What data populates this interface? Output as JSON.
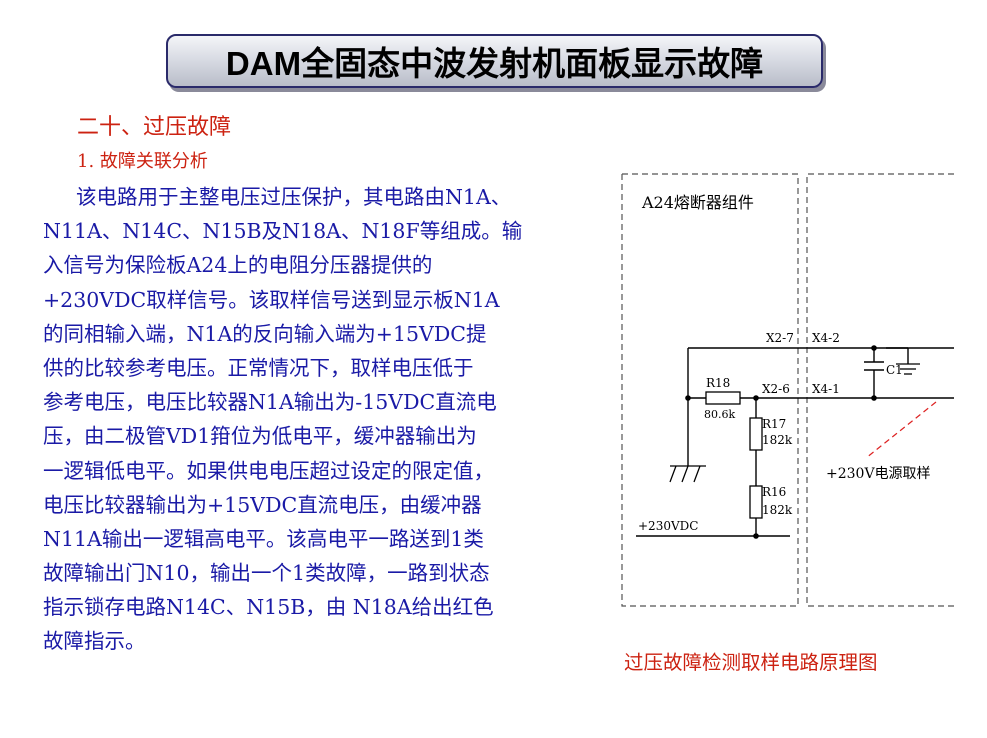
{
  "title": "DAM全固态中波发射机面板显示故障",
  "section_heading": "二十、过压故障",
  "sub_heading": "1. 故障关联分析",
  "body_lines": [
    "该电路用于主整电压过压保护，其电路由N1A、",
    "N11A、N14C、N15B及N18A、N18F等组成。输",
    "入信号为保险板A24上的电阻分压器提供的",
    "+230VDC取样信号。该取样信号送到显示板N1A",
    "的同相输入端，N1A的反向输入端为+15VDC提",
    "供的比较参考电压。正常情况下，取样电压低于",
    "参考电压，电压比较器N1A输出为-15VDC直流电",
    "压，由二极管VD1箝位为低电平，缓冲器输出为",
    "一逻辑低电平。如果供电电压超过设定的限定值，",
    "电压比较器输出为+15VDC直流电压，由缓冲器",
    "N11A输出一逻辑高电平。该高电平一路送到1类",
    "故障输出门N10，输出一个1类故障，一路到状态",
    "指示锁存电路N14C、N15B，由 N18A给出红色",
    "故障指示。"
  ],
  "diagram": {
    "module_label": "A24熔断器组件",
    "x2_7": "X2-7",
    "x4_2": "X4-2",
    "x2_6": "X2-6",
    "x4_1": "X4-1",
    "c1": "C1",
    "r18": "R18",
    "r18_value": "80.6k",
    "r17": "R17",
    "r17_value": "182k",
    "r16": "R16",
    "r16_value": "182k",
    "supply_label": "+230VDC",
    "sample_label": "+230V电源取样",
    "line_color": "#000000",
    "sample_arrow_color": "#dd2222"
  },
  "caption": "过压故障检测取样电路原理图",
  "colors": {
    "title_text": "#000000",
    "heading": "#cc2211",
    "body_text": "#1a1aa6"
  }
}
